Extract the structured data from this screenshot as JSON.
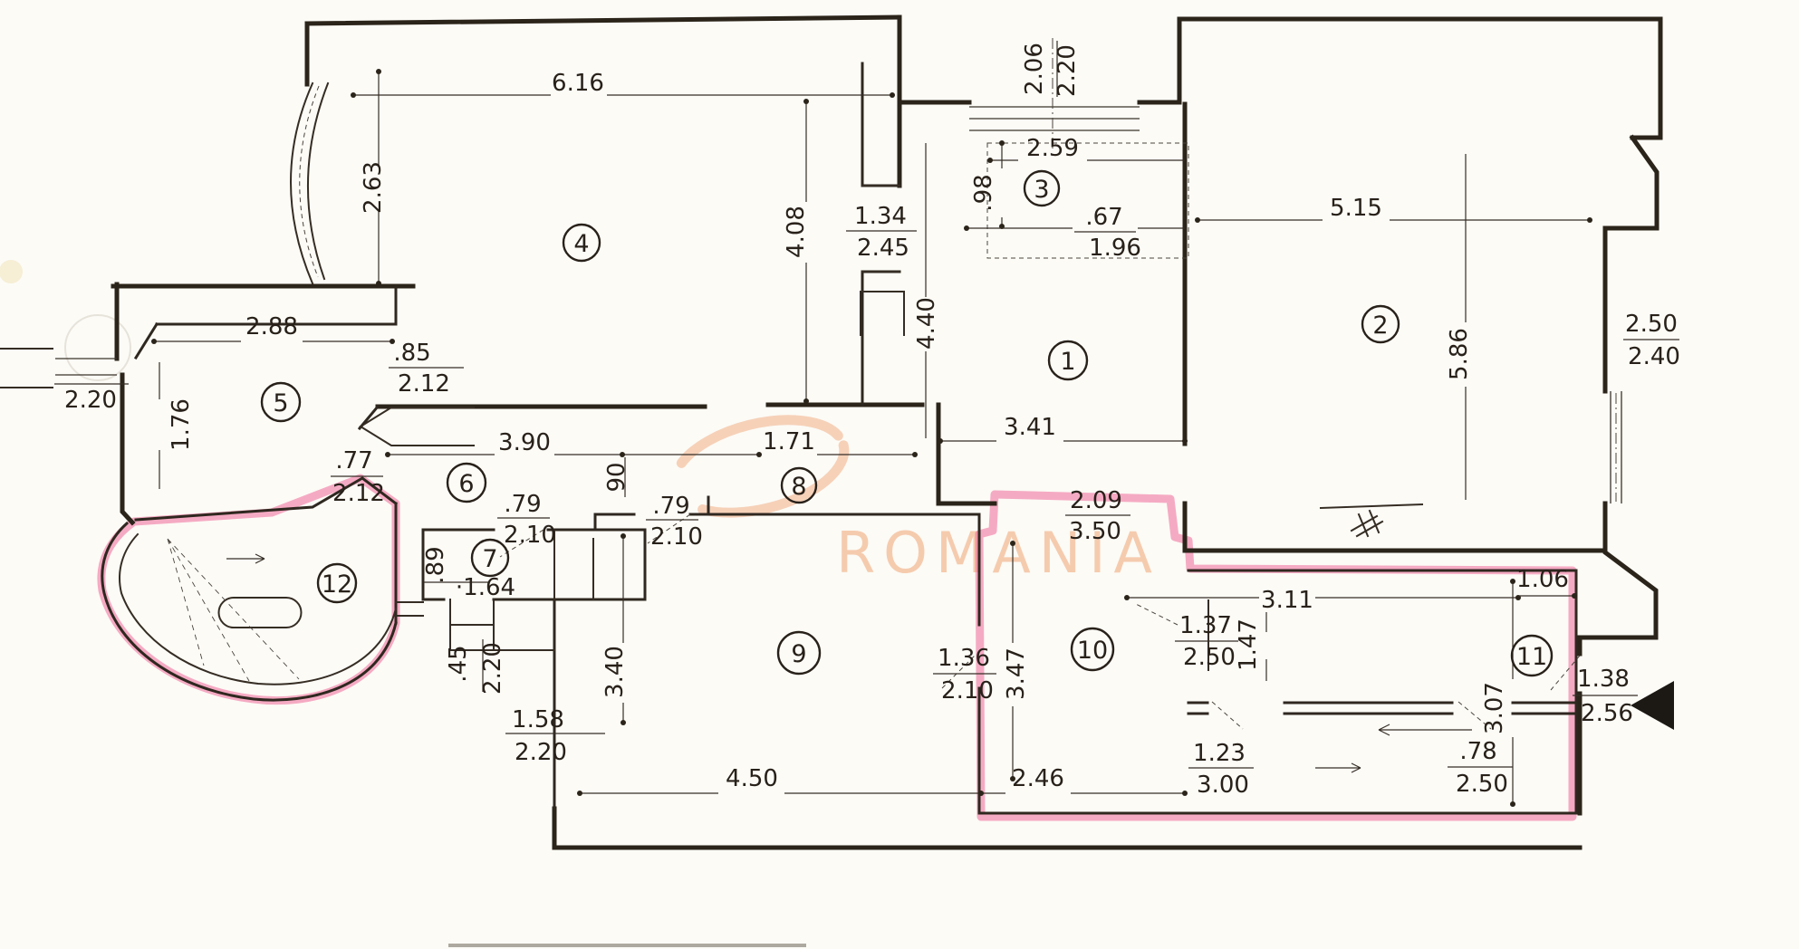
{
  "title": "apartment floor plan scan",
  "watermark": {
    "text": "ROMANIA",
    "color": "#f5c6a7"
  },
  "colors": {
    "ink": "#2b241a",
    "highlight_pink": "#ee5f92",
    "paper": "#fcfbf6"
  },
  "rooms": {
    "r1": "1",
    "r2": "2",
    "r3": "3",
    "r4": "4",
    "r5": "5",
    "r6": "6",
    "r7": "7",
    "r8": "8",
    "r9": "9",
    "r10": "10",
    "r11": "11",
    "r12": "12"
  },
  "dims": {
    "d616": "6.16",
    "d263": "2.63",
    "d288": "2.88",
    "d220L": "2.20",
    "d176": "1.76",
    "d390": "3.90",
    "d90": "90",
    "d171": "1.71",
    "d341": "3.41",
    "d440": "4.40",
    "d408": "4.08",
    "d259": "2.59",
    "d98": ".98",
    "d515": "5.15",
    "d586": "5.86",
    "d340": "3.40",
    "d347": "3.47",
    "d450": "4.50",
    "d246": "2.46",
    "d311": "3.11",
    "d106": "1.06",
    "d307": "3.07",
    "d147": "1.47",
    "d164": "·1.64",
    "d89": ".89"
  },
  "fracs": {
    "f1": {
      "t": "2.06",
      "b": "2.20"
    },
    "f2": {
      "t": ".67",
      "b": "1.96"
    },
    "f3": {
      "t": "1.34",
      "b": "2.45"
    },
    "f4": {
      "t": ".85",
      "b": "2.12"
    },
    "f5": {
      "t": ".77",
      "b": "2.12"
    },
    "f6": {
      "t": ".79",
      "b": "2.10"
    },
    "f7": {
      "t": ".79",
      "b": "2.10"
    },
    "f8": {
      "t": "2.09",
      "b": "3.50"
    },
    "f9": {
      "t": "1.37",
      "b": "2.50"
    },
    "f10": {
      "t": "1.23",
      "b": "3.00"
    },
    "f11": {
      "t": ".78",
      "b": "2.50"
    },
    "f12": {
      "t": "1.38",
      "b": "2.56"
    },
    "f13": {
      "t": ".45",
      "b": "2.20"
    },
    "f14": {
      "t": "2.50",
      "b": "2.40"
    },
    "f15": {
      "t": "1.58",
      "b": "2.20"
    },
    "f16": {
      "t": "1.36",
      "b": "2.10"
    }
  }
}
